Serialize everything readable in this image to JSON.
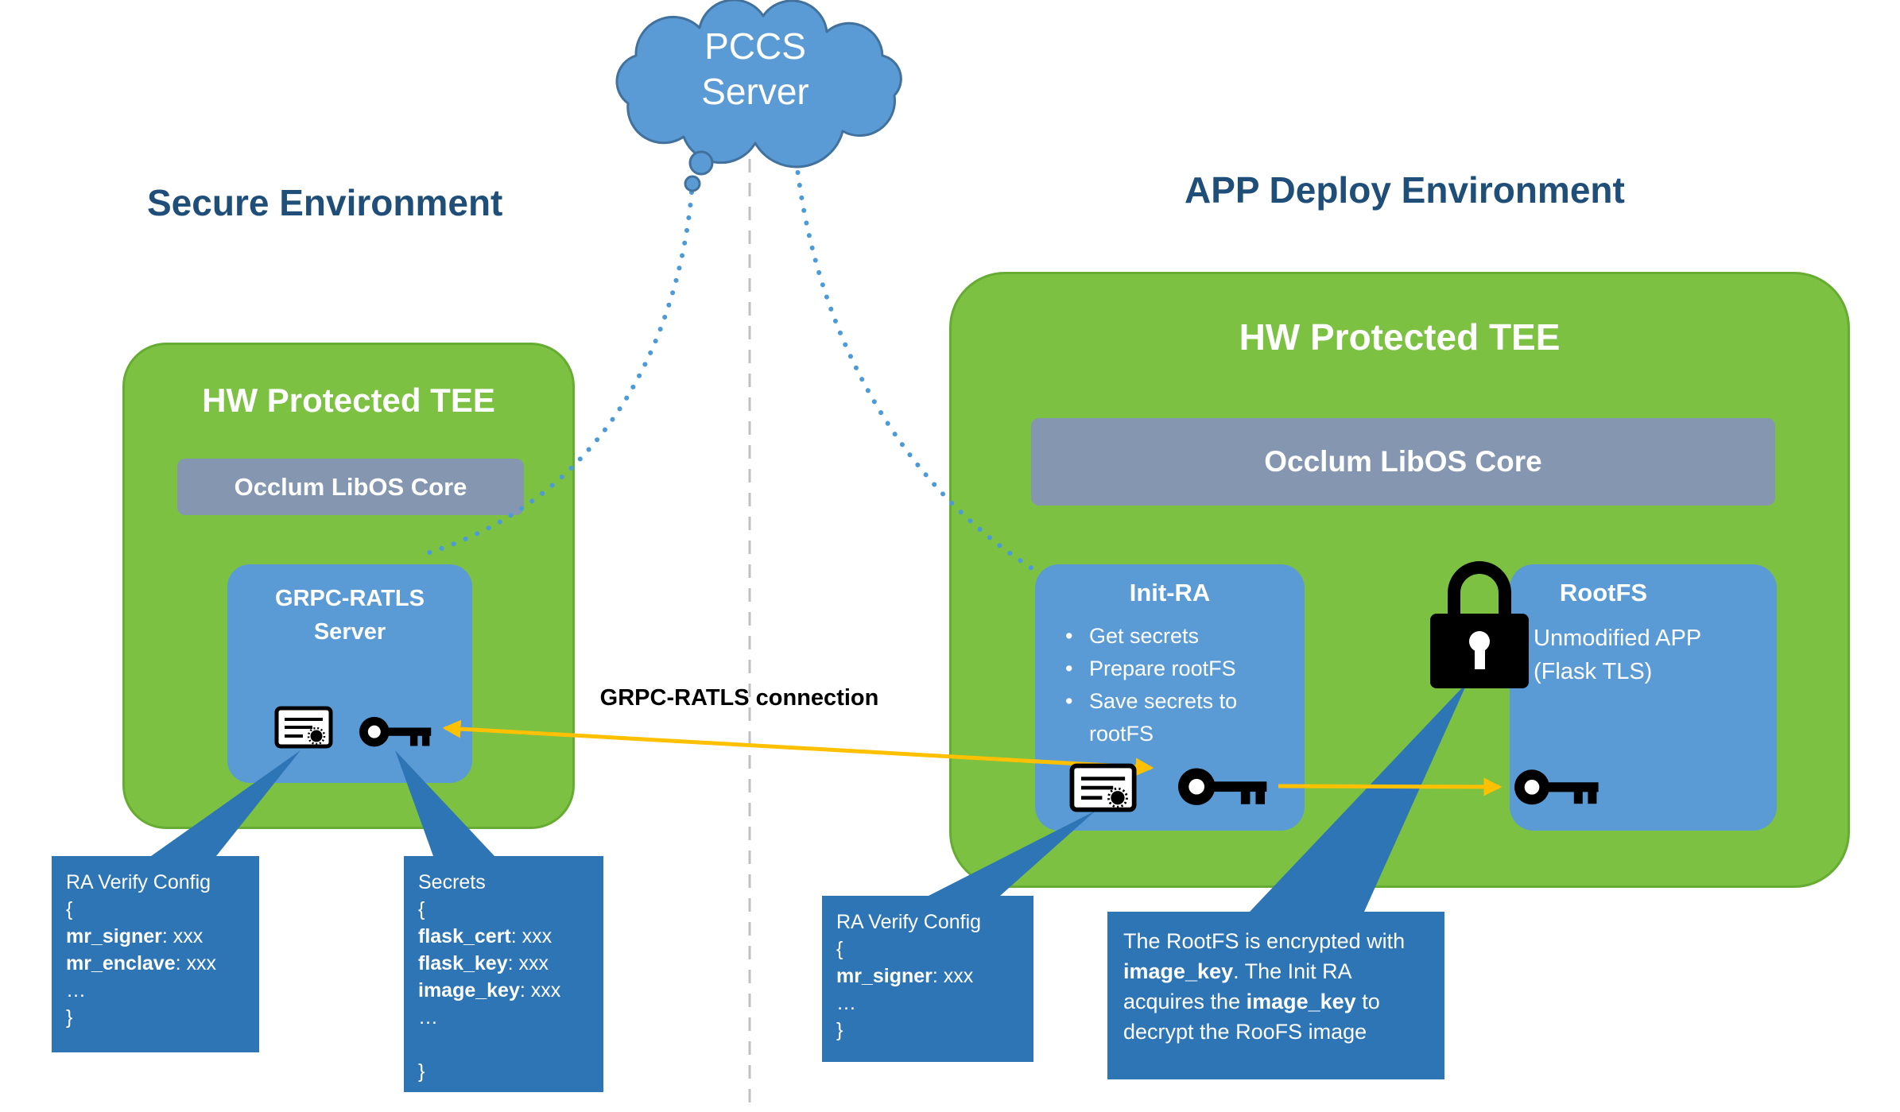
{
  "titles": {
    "left": "Secure Environment",
    "right": "APP Deploy Environment"
  },
  "cloud": {
    "line1": "PCCS",
    "line2": "Server"
  },
  "left_tee": {
    "title": "HW Protected TEE",
    "core": "Occlum LibOS Core",
    "server": {
      "line1": "GRPC-RATLS",
      "line2": "Server"
    }
  },
  "right_tee": {
    "title": "HW Protected TEE",
    "core": "Occlum LibOS Core",
    "init_ra": {
      "title": "Init-RA",
      "bullet_char": "•",
      "bullets": [
        "Get secrets",
        "Prepare rootFS",
        "Save secrets to rootFS"
      ]
    },
    "rootfs": {
      "title": "RootFS",
      "desc1": "Unmodified APP",
      "desc2": "(Flask TLS)"
    }
  },
  "connection_label": "GRPC-RATLS connection",
  "callouts": {
    "ra_verify_left": {
      "title": "RA Verify Config",
      "open": "{",
      "lines": [
        {
          "k": "mr_signer",
          "r": ": xxx"
        },
        {
          "k": "mr_enclave",
          "r": ": xxx"
        }
      ],
      "ellipsis": "…",
      "close": "}"
    },
    "secrets": {
      "title": "Secrets",
      "open": "{",
      "lines": [
        {
          "k": "flask_cert",
          "r": ": xxx"
        },
        {
          "k": "flask_key",
          "r": ": xxx"
        },
        {
          "k": "image_key",
          "r": ": xxx"
        }
      ],
      "ellipsis": "…",
      "close": "}"
    },
    "ra_verify_right": {
      "title": "RA Verify Config",
      "open": "{",
      "lines": [
        {
          "k": "mr_signer",
          "r": ": xxx"
        }
      ],
      "ellipsis": "…",
      "close": "}"
    },
    "rootfs_note": {
      "t1": "The RootFS is encrypted with ",
      "b1": "image_key",
      "t2": ". The Init RA acquires the ",
      "b2": "image_key",
      "t3": " to decrypt the RooFS image"
    }
  },
  "colors": {
    "tee_green": "#7CC142",
    "box_blue": "#5B9BD5",
    "core_gray": "#8496B0",
    "callout_blue": "#2E75B6",
    "arrow_orange": "#FFC000",
    "title_navy": "#1F4E79",
    "divider_gray": "#C0C0C0",
    "cloud_blue": "#5B9BD5",
    "icon_black": "#000000"
  }
}
